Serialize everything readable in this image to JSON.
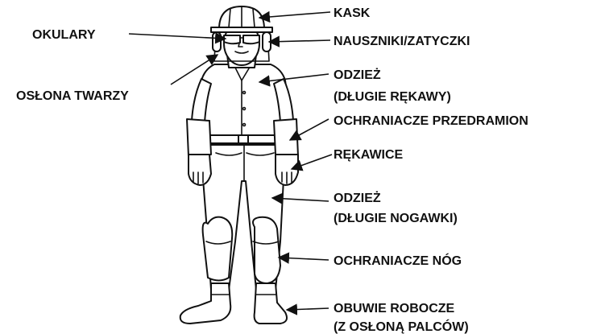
{
  "colors": {
    "ink": "#111111",
    "background": "#ffffff"
  },
  "figure": {
    "name": "worker-with-protective-equipment"
  },
  "labels": {
    "kask": "KASK",
    "okulary": "OKULARY",
    "nauszniki": "NAUSZNIKI/ZATYCZKI",
    "oslona_twarzy": "OSŁONA TWARZY",
    "odziez_rekawy_1": "ODZIEŻ",
    "odziez_rekawy_2": "(DŁUGIE RĘKAWY)",
    "ochraniacze_przedramion": "OCHRANIACZE PRZEDRAMION",
    "rekawice": "RĘKAWICE",
    "odziez_nogawki_1": "ODZIEŻ",
    "odziez_nogawki_2": "(DŁUGIE NOGAWKI)",
    "ochraniacze_nog": "OCHRANIACZE NÓG",
    "obuwie_1": "OBUWIE ROBOCZE",
    "obuwie_2": "(Z OSŁONĄ PALCÓW)"
  }
}
